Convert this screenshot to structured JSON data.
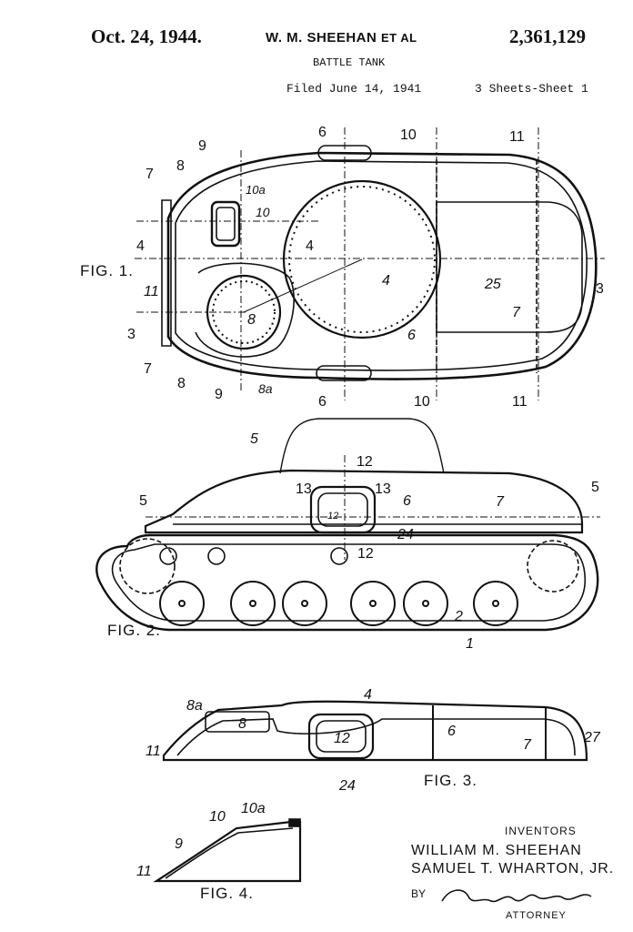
{
  "header": {
    "date": "Oct. 24, 1944.",
    "inventor_name": "W. M. SHEEHAN",
    "et_al": "ET AL",
    "patent_number": "2,361,129",
    "title": "BATTLE TANK",
    "filed": "Filed June 14, 1941",
    "sheets": "3 Sheets-Sheet 1"
  },
  "figures": {
    "fig1_label": "FIG. 1.",
    "fig2_label": "FIG. 2.",
    "fig3_label": "FIG. 3.",
    "fig4_label": "FIG. 4."
  },
  "fig1_refs": {
    "r4": "4",
    "r6": "6",
    "r7": "7",
    "r8": "8",
    "r8a": "8a",
    "r9": "9",
    "r10": "10",
    "r10a": "10a",
    "r11": "11",
    "r25": "25",
    "r3": "3"
  },
  "fig2_refs": {
    "r5": "5",
    "r12": "12",
    "r13": "13",
    "r6": "6",
    "r7": "7",
    "r24": "24",
    "r2": "2",
    "r1": "1"
  },
  "fig3_refs": {
    "r8a": "8a",
    "r8": "8",
    "r4": "4",
    "r12": "12",
    "r6": "6",
    "r7": "7",
    "r27": "27",
    "r11": "11",
    "r24": "24"
  },
  "fig4_refs": {
    "r10": "10",
    "r10a": "10a",
    "r9": "9",
    "r11": "11"
  },
  "inventors": {
    "heading": "INVENTORS",
    "name1": "WILLIAM M. SHEEHAN",
    "name2": "SAMUEL T. WHARTON, JR.",
    "by": "BY",
    "attorney": "ATTORNEY"
  }
}
